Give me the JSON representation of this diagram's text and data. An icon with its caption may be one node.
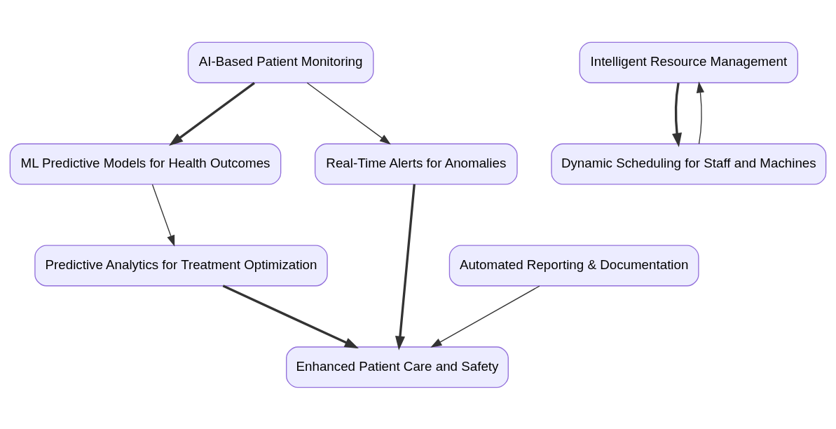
{
  "diagram": {
    "nodes": [
      {
        "text": [
          "AI-Based Patient Monitoring"
        ]
      },
      {
        "text": [
          "Intelligent Resource Management"
        ]
      },
      {
        "text": [
          "ML Predictive Models for Health Outcomes"
        ]
      },
      {
        "text": [
          "Dynamic Scheduling for Staff and Machines"
        ]
      },
      {
        "text": [
          "Real-Time Alerts for Anomalies"
        ]
      },
      {
        "text": [
          "Automated Reporting & Documentation"
        ]
      },
      {
        "text": [
          "Predictive Analytics for Treatment Optimization"
        ]
      },
      {
        "text": [
          "Enhanced Patient Care and Safety"
        ]
      }
    ],
    "edges": [
      {
        "from": 0,
        "to": 4,
        "arrow": "to"
      },
      {
        "from": 0,
        "to": 2,
        "arrow": "to",
        "style": "thick"
      },
      {
        "from": 2,
        "to": 6,
        "arrow": "to"
      },
      {
        "from": 4,
        "to": 7,
        "arrow": "to",
        "style": "thick"
      },
      {
        "from": 5,
        "to": 7,
        "arrow": "to"
      },
      {
        "from": 6,
        "to": 7,
        "arrow": "to",
        "style": "thick"
      },
      {
        "from": 1,
        "to": 3,
        "arrow": "to",
        "style": "thick"
      },
      {
        "from": 3,
        "to": 1,
        "arrow": "to"
      }
    ]
  }
}
